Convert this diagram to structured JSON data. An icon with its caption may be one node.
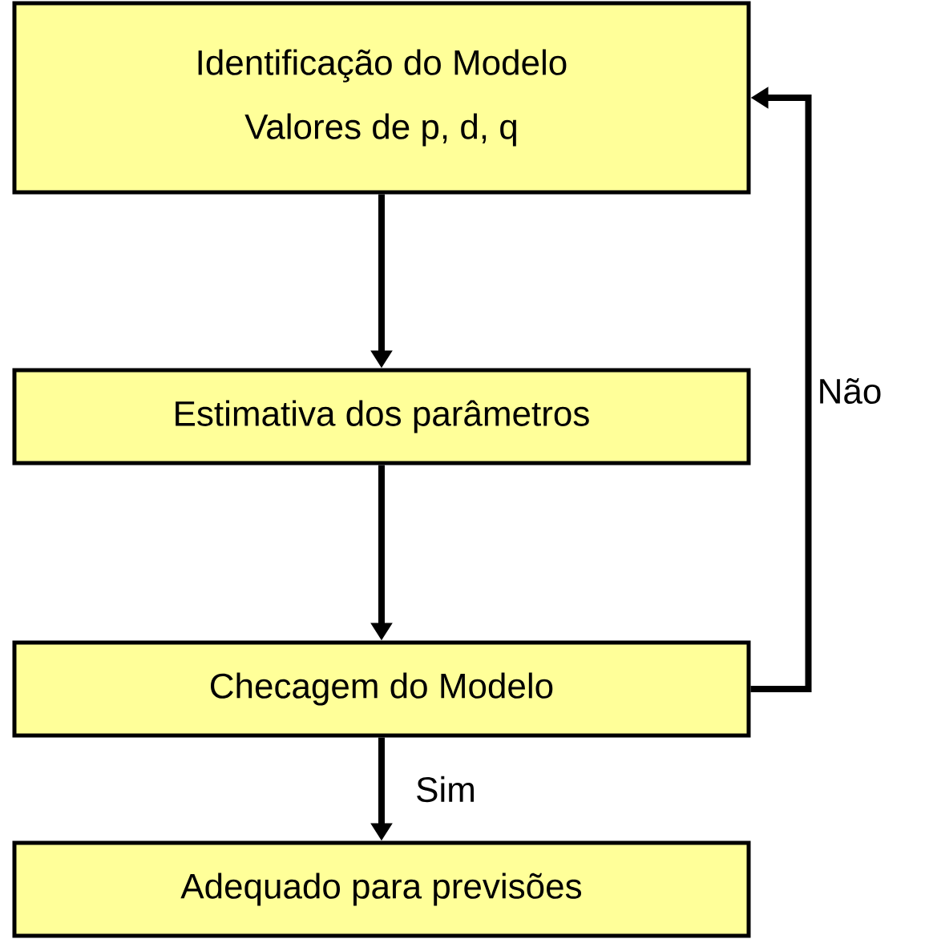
{
  "diagram": {
    "nodes": [
      {
        "text": [
          "Identificação do Modelo",
          "Valores de p, d, q"
        ]
      },
      {
        "text": [
          "Estimativa dos parâmetros"
        ]
      },
      {
        "text": [
          "Checagem do Modelo"
        ]
      },
      {
        "text": [
          "Adequado para previsões"
        ]
      }
    ],
    "edges": [
      {
        "from": 0,
        "to": 1,
        "arrow": "to"
      },
      {
        "from": 1,
        "to": 2,
        "arrow": "to"
      },
      {
        "from": 2,
        "to": 3,
        "arrow": "to",
        "label": "Sim"
      },
      {
        "from": 2,
        "to": 0,
        "arrow": "to",
        "label": "Não"
      }
    ]
  }
}
